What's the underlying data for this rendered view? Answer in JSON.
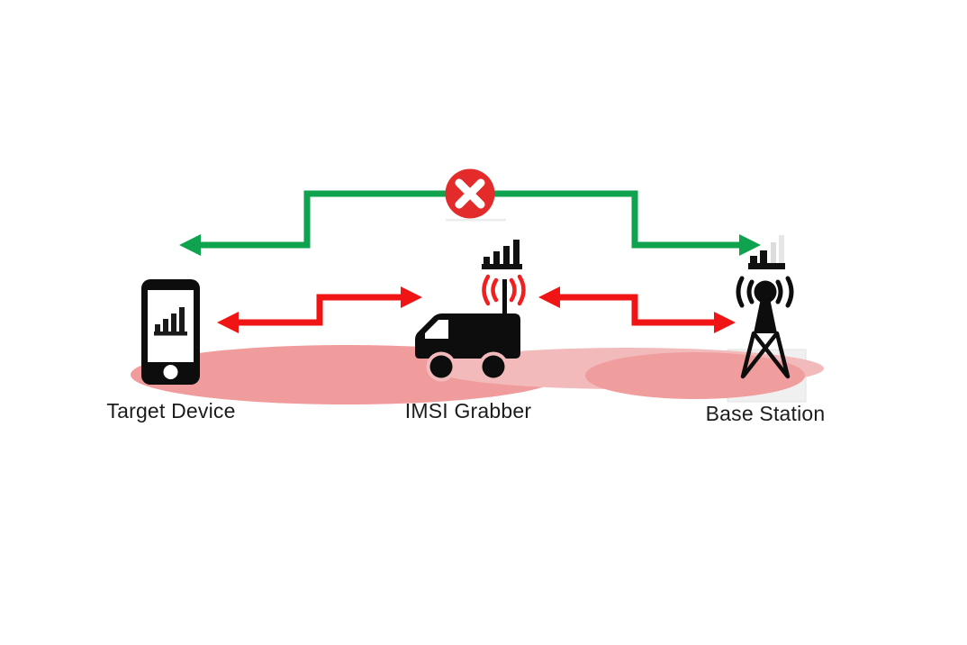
{
  "diagram": {
    "nodes": [
      {
        "id": "target-device",
        "label": "Target Device",
        "icon": "smartphone-icon"
      },
      {
        "id": "imsi-grabber",
        "label": "IMSI Grabber",
        "icon": "surveillance-van-icon"
      },
      {
        "id": "base-station",
        "label": "Base Station",
        "icon": "cell-tower-icon"
      }
    ],
    "connections": [
      {
        "from": "Target Device",
        "to": "Base Station",
        "status": "blocked",
        "color": "#0fa24f",
        "marker": "blocked-x-icon"
      },
      {
        "from": "Target Device",
        "to": "IMSI Grabber",
        "status": "intercept",
        "color": "#f01414"
      },
      {
        "from": "IMSI Grabber",
        "to": "Base Station",
        "status": "intercept",
        "color": "#f01414"
      }
    ],
    "colors": {
      "blocked_link": "#0fa24f",
      "intercept_link": "#f01414",
      "blocked_badge": "#e32b2b",
      "coverage_zone": "#f19c9c",
      "coverage_zone_light": "#f2baba",
      "icon_black": "#0d0d0d"
    }
  }
}
